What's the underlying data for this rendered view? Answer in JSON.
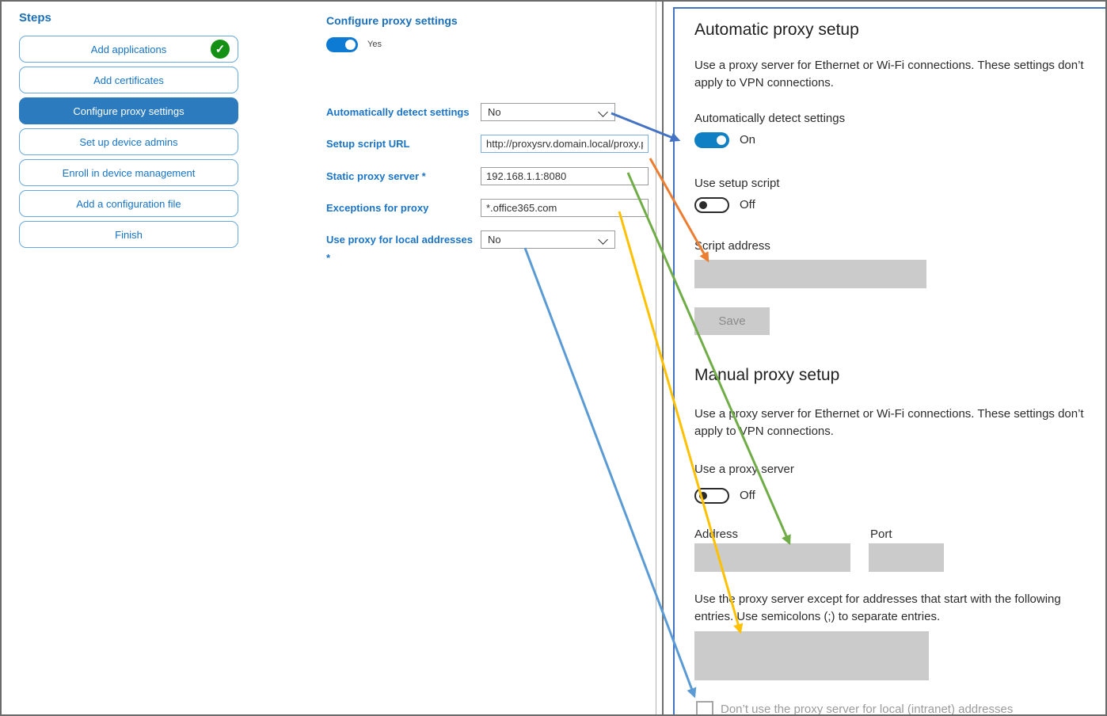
{
  "steps_panel": {
    "title": "Steps",
    "items": [
      {
        "label": "Add applications",
        "completed": true,
        "selected": false
      },
      {
        "label": "Add certificates",
        "completed": false,
        "selected": false
      },
      {
        "label": "Configure proxy settings",
        "completed": false,
        "selected": true
      },
      {
        "label": "Set up device admins",
        "completed": false,
        "selected": false
      },
      {
        "label": "Enroll in device management",
        "completed": false,
        "selected": false
      },
      {
        "label": "Add a configuration file",
        "completed": false,
        "selected": false
      },
      {
        "label": "Finish",
        "completed": false,
        "selected": false
      }
    ]
  },
  "form_panel": {
    "title": "Configure proxy settings",
    "toggle": {
      "label": "Yes",
      "state": "on"
    },
    "fields": [
      {
        "label": "Automatically detect settings",
        "type": "select",
        "value": "No"
      },
      {
        "label": "Setup script URL",
        "type": "text",
        "value": "http://proxysrv.domain.local/proxy.pa"
      },
      {
        "label": "Static proxy server *",
        "type": "text",
        "value": "192.168.1.1:8080"
      },
      {
        "label": "Exceptions for proxy",
        "type": "text",
        "value": "*.office365.com"
      },
      {
        "label": "Use proxy for local addresses *",
        "type": "select",
        "value": "No"
      }
    ]
  },
  "settings_panel": {
    "automatic": {
      "title": "Automatic proxy setup",
      "description": "Use a proxy server for Ethernet or Wi-Fi connections. These settings don’t apply to VPN connections.",
      "detect_label": "Automatically detect settings",
      "detect_state": "On",
      "script_toggle_label": "Use setup script",
      "script_toggle_state": "Off",
      "script_address_label": "Script address",
      "save_label": "Save"
    },
    "manual": {
      "title": "Manual proxy setup",
      "description": "Use a proxy server for Ethernet or Wi-Fi connections. These settings don’t apply to VPN connections.",
      "proxy_toggle_label": "Use a proxy server",
      "proxy_toggle_state": "Off",
      "address_label": "Address",
      "port_label": "Port",
      "exceptions_text": "Use the proxy server except for addresses that start with the following entries. Use semicolons (;) to separate entries.",
      "local_checkbox_label": "Don’t use the proxy server for local (intranet) addresses",
      "local_checkbox_checked": false
    }
  },
  "annotations": {
    "arrows": [
      {
        "color": "#4472C4",
        "from": "automatically-detect-settings-select",
        "to": "settings-detect-toggle"
      },
      {
        "color": "#ED7D31",
        "from": "setup-script-url-input",
        "to": "script-address-field"
      },
      {
        "color": "#70AD47",
        "from": "static-proxy-server-input",
        "to": "manual-address-field"
      },
      {
        "color": "#FFC000",
        "from": "exceptions-for-proxy-input",
        "to": "exceptions-textarea"
      },
      {
        "color": "#5B9BD5",
        "from": "use-proxy-for-local-addresses-select",
        "to": "local-addresses-checkbox"
      }
    ]
  },
  "colors": {
    "step_selected": "#2c7bbf",
    "step_border": "#66a8e0",
    "link_blue": "#1b74c4",
    "toggle_on_form": "#0d7ad4",
    "toggle_on_settings": "#1080c4",
    "check_green": "#149014",
    "disabled_gray": "#cbcbcb",
    "panel_border": "#4472C4"
  }
}
